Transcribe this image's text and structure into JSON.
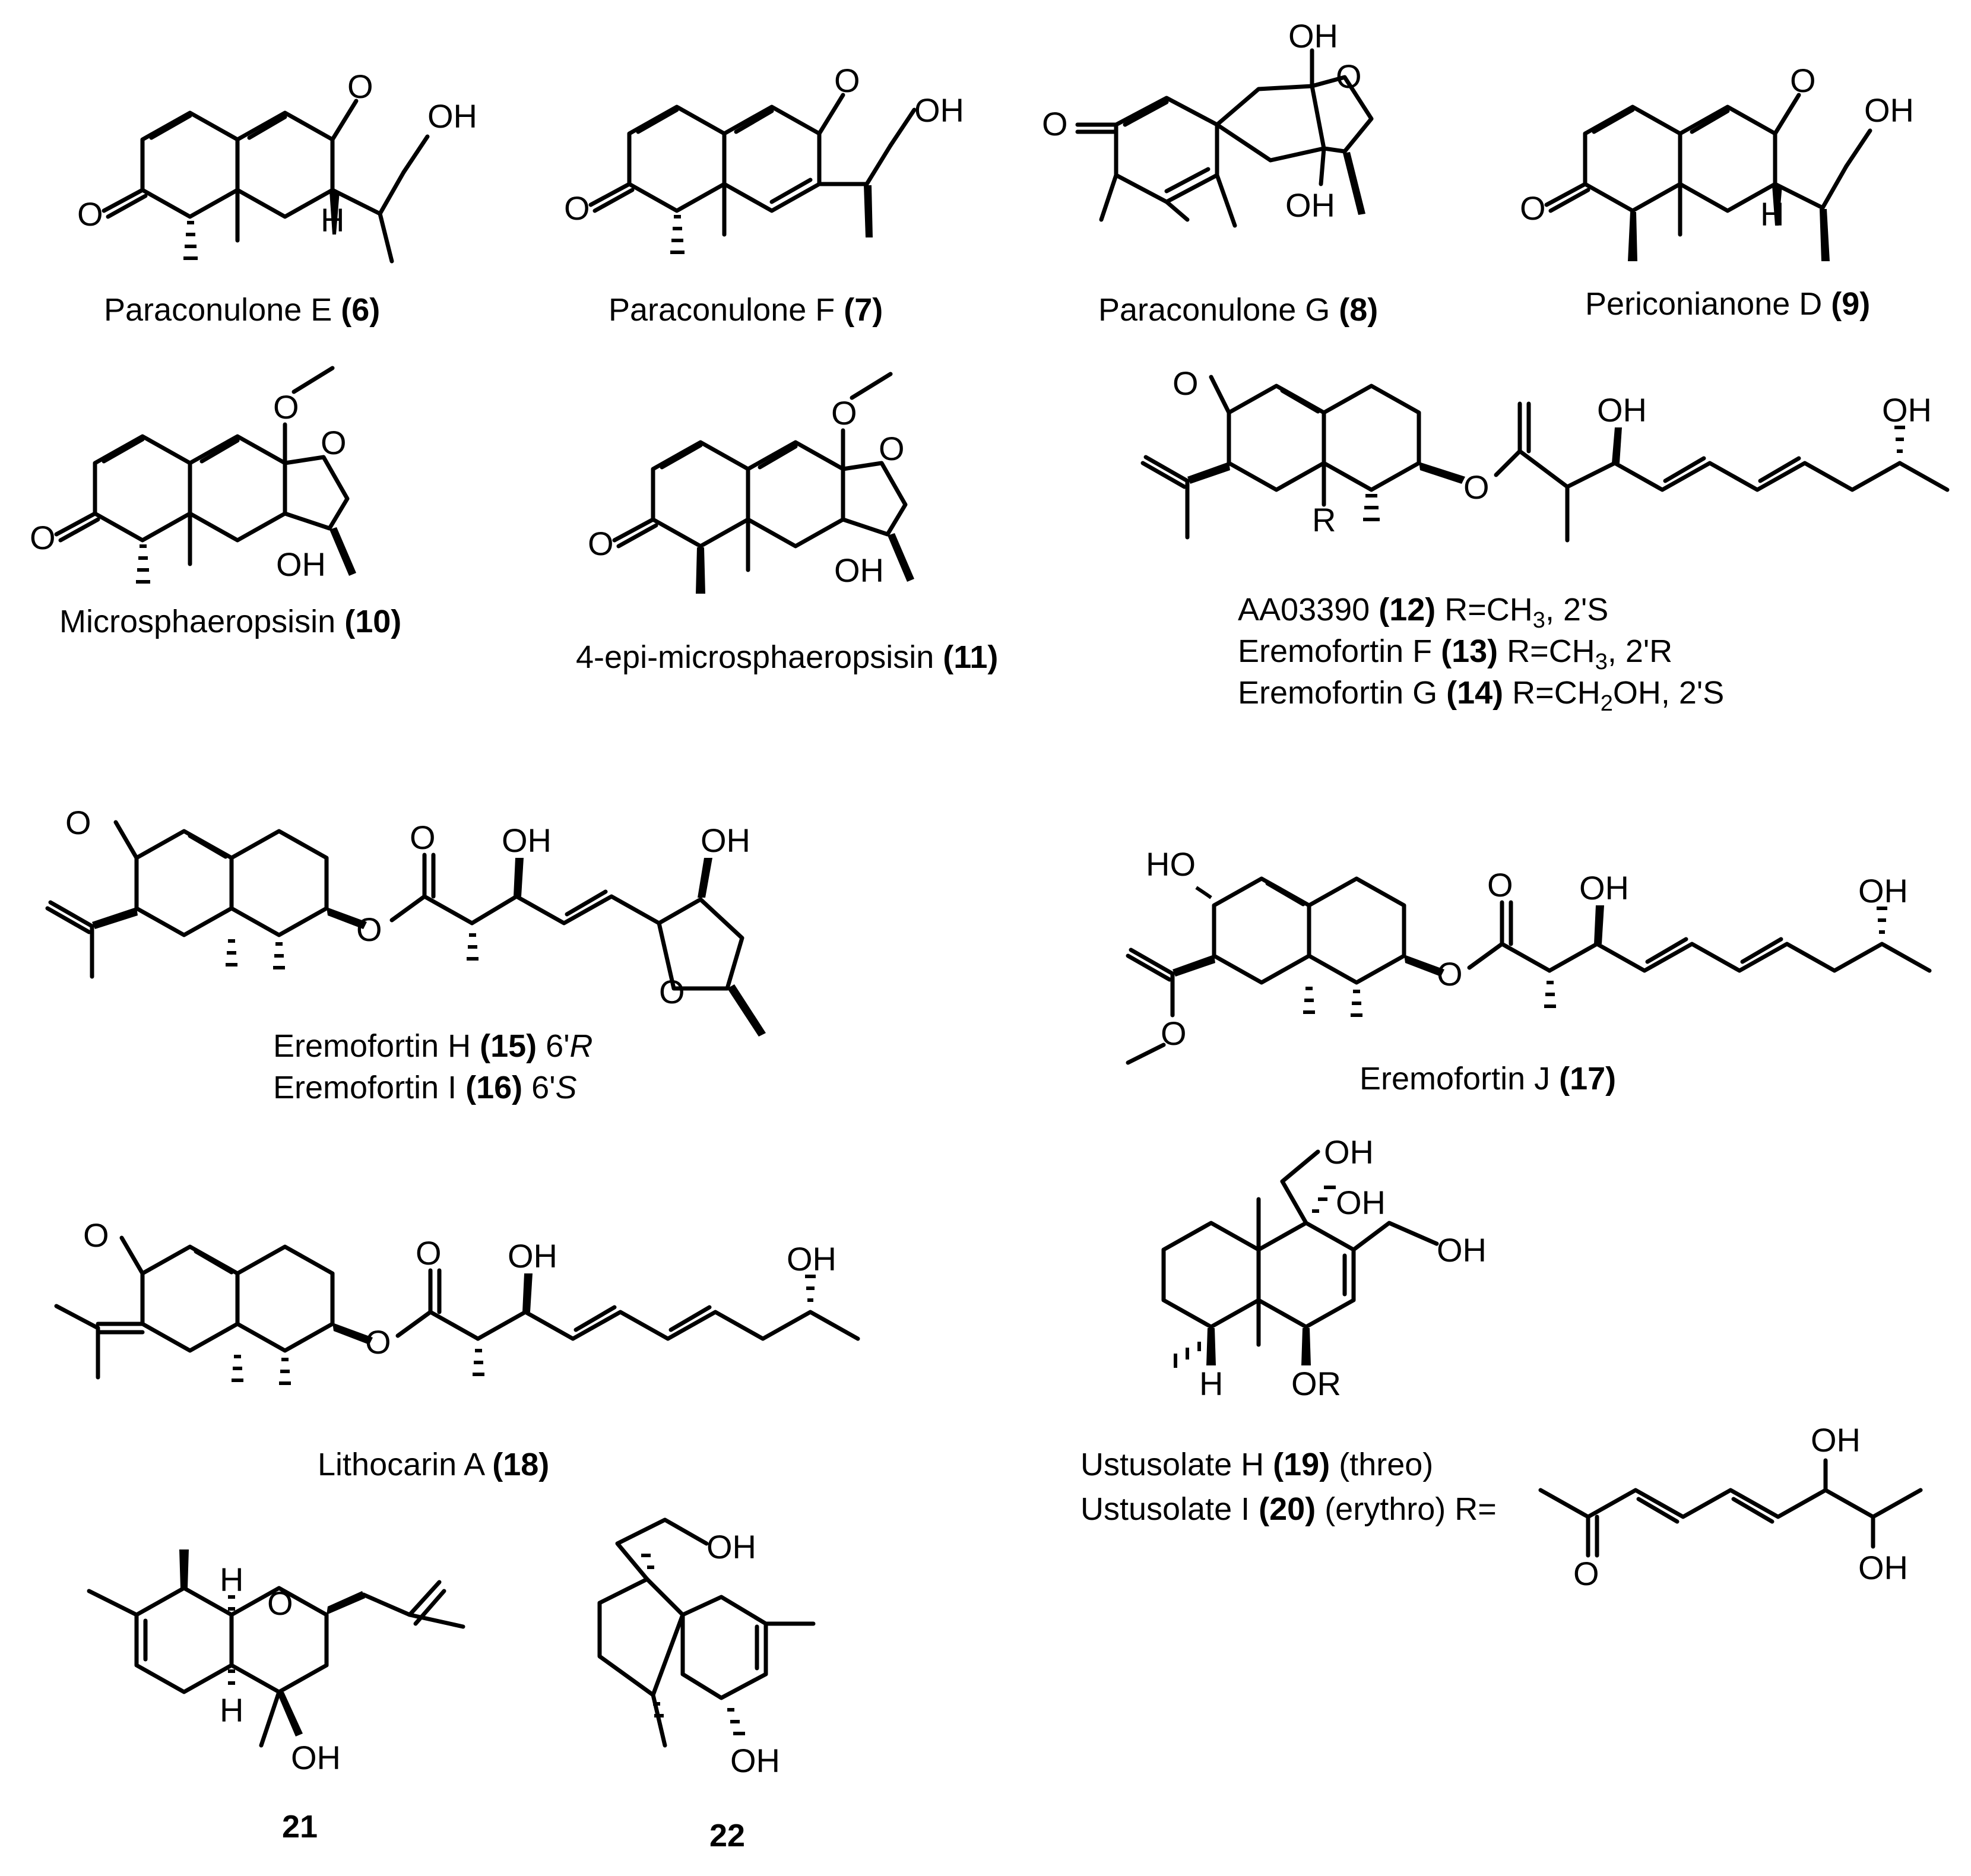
{
  "atoms": {
    "O": "O",
    "OH": "OH",
    "HO": "HO",
    "H": "H",
    "R": "R",
    "OR": "OR",
    "R_eq": "R="
  },
  "compounds": [
    {
      "id": "c6",
      "name": "Paraconulone E",
      "number": "(6)"
    },
    {
      "id": "c7",
      "name": "Paraconulone F",
      "number": "(7)"
    },
    {
      "id": "c8",
      "name": "Paraconulone G",
      "number": "(8)"
    },
    {
      "id": "c9",
      "name": "Periconianone D",
      "number": "(9)"
    },
    {
      "id": "c10",
      "name": "Microsphaeropsisin",
      "number": "(10)"
    },
    {
      "id": "c11",
      "name": "4-epi-microsphaeropsisin",
      "number": "(11)"
    },
    {
      "id": "c12",
      "name": "AA03390",
      "number": "(12)",
      "r_pre": "R=CH",
      "r_sub": "3",
      "r_post": ", 2'S"
    },
    {
      "id": "c13",
      "name": "Eremofortin F",
      "number": "(13)",
      "r_pre": "R=CH",
      "r_sub": "3",
      "r_post": ", 2'R"
    },
    {
      "id": "c14",
      "name": "Eremofortin G",
      "number": "(14)",
      "r_pre": "R=CH",
      "r_sub": "2",
      "r_post": "OH, 2'S"
    },
    {
      "id": "c15",
      "name": "Eremofortin H",
      "number": "(15)",
      "config_num": "6'",
      "config_letter": "R"
    },
    {
      "id": "c16",
      "name": "Eremofortin I",
      "number": "(16)",
      "config_num": "6'",
      "config_letter": "S"
    },
    {
      "id": "c17",
      "name": "Eremofortin J",
      "number": "(17)"
    },
    {
      "id": "c18",
      "name": "Lithocarin A",
      "number": "(18)"
    },
    {
      "id": "c19",
      "name": "Ustusolate H",
      "number": "(19)",
      "note": "(threo)"
    },
    {
      "id": "c20",
      "name": "Ustusolate I",
      "number": "(20)",
      "note": "(erythro)"
    },
    {
      "id": "c21",
      "number": "21"
    },
    {
      "id": "c22",
      "number": "22"
    }
  ]
}
